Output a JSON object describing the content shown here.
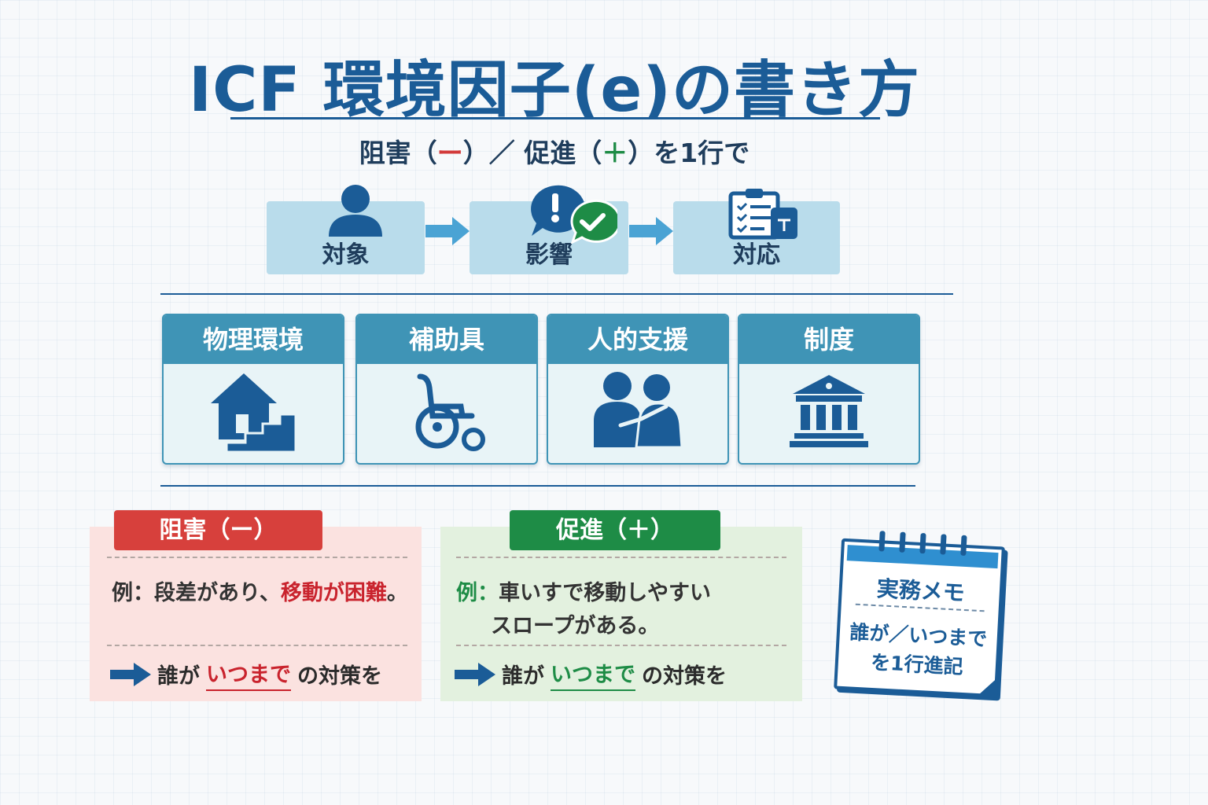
{
  "title": "ICF 環境因子(e)の書き方",
  "subtitle": {
    "part1": "阻害（",
    "minus": "ー",
    "part2": "）／ 促進（",
    "plus": "＋",
    "part3": "）を1行で"
  },
  "flow": [
    {
      "label": "対象",
      "icon": "person-icon"
    },
    {
      "label": "影響",
      "icon": "speech-alert-check-icon"
    },
    {
      "label": "対応",
      "icon": "clipboard-checklist-icon"
    }
  ],
  "categories": [
    {
      "label": "物理環境",
      "icon": "house-stairs-icon"
    },
    {
      "label": "補助具",
      "icon": "wheelchair-icon"
    },
    {
      "label": "人的支援",
      "icon": "people-support-icon"
    },
    {
      "label": "制度",
      "icon": "institution-building-icon"
    }
  ],
  "barrier": {
    "tab": "阻害（ー）",
    "example_prefix": "例：段差があり、",
    "example_highlight": "移動が困難",
    "example_suffix": "。",
    "action_who": "誰が",
    "action_when": "いつまで",
    "action_rest": "の対策を"
  },
  "promote": {
    "tab": "促進（＋）",
    "example_line1_prefix": "例：",
    "example_line1": "車いすで移動しやすい",
    "example_line2": "スロープがある。",
    "action_who": "誰が",
    "action_when": "いつまで",
    "action_rest": "の対策を"
  },
  "memo": {
    "title": "実務メモ",
    "line1": "誰が／いつまで",
    "line2": "を1行進記"
  },
  "colors": {
    "primary": "#1b5c97",
    "teal": "#3f94b6",
    "barrier": "#d7403c",
    "promote": "#1e8c46"
  }
}
